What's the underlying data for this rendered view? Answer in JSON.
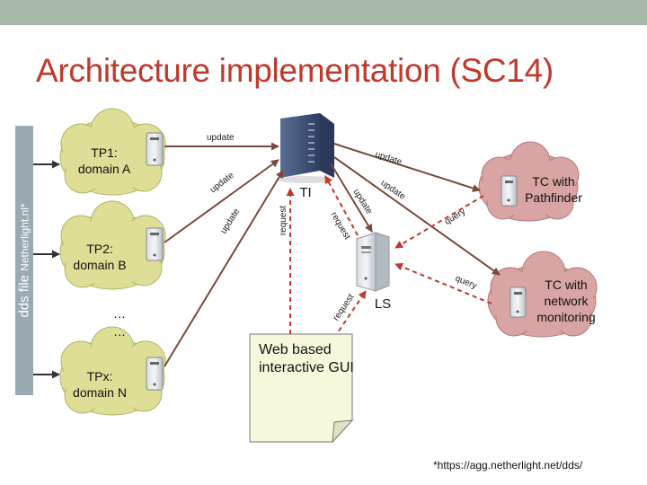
{
  "title": "Architecture implementation (SC14)",
  "sidebar": {
    "label_main": "dds file ",
    "label_sub": "Netherlight.nl*"
  },
  "nodes": {
    "tp1": {
      "line1": "TP1:",
      "line2": "domain A"
    },
    "tp2": {
      "line1": "TP2:",
      "line2": "domain B"
    },
    "tpx": {
      "line1": "TPx:",
      "line2": "domain N"
    },
    "dots1": "…",
    "dots2": "…",
    "ti": "TI",
    "ls": "LS",
    "tc1": {
      "line1": "TC with",
      "line2": "Pathfinder"
    },
    "tc2": {
      "line1": "TC with",
      "line2": "network",
      "line3": "monitoring"
    }
  },
  "edges": {
    "update": "update",
    "request": "request",
    "query": "query"
  },
  "gui": {
    "line1": "Web based",
    "line2": "interactive GUI"
  },
  "footnote": "*https://agg.netherlight.net/dds/",
  "colors": {
    "title": "#c0392b",
    "topbar": "#a7b7a6",
    "sidebar": "#9aaab3",
    "tp_cloud": "#dede96",
    "tc_cloud": "#d9a4a4",
    "update_arrow": "#7a4a3c",
    "request_arrow": "#c0392b",
    "note": "#f7f7dc"
  }
}
